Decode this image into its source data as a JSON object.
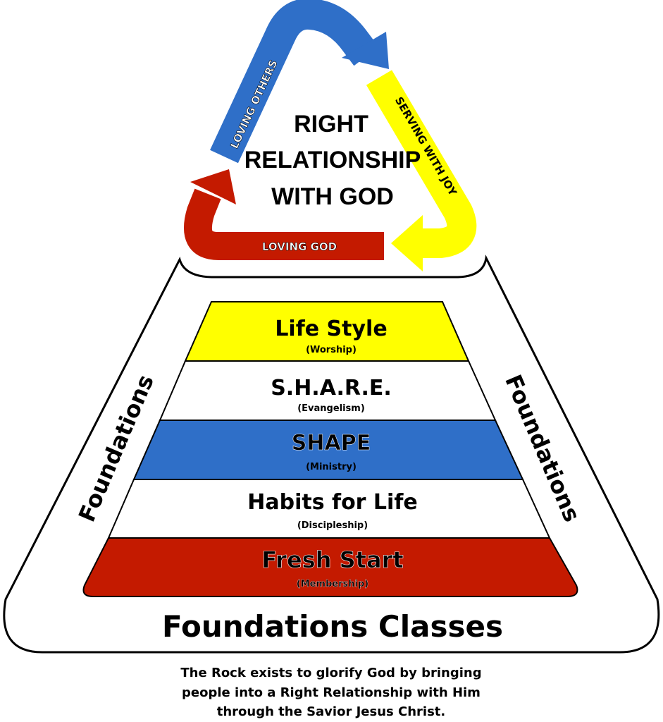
{
  "cycle": {
    "center_lines": [
      "RIGHT",
      "RELATIONSHIP",
      "WITH GOD"
    ],
    "arrows": [
      {
        "label": "LOVING OTHERS",
        "color": "#2f6fc8"
      },
      {
        "label": "SERVING WITH JOY",
        "color": "#ffff00"
      },
      {
        "label": "LOVING GOD",
        "color": "#c41a00"
      }
    ]
  },
  "side_labels": {
    "left": "Foundations",
    "right": "Foundations"
  },
  "pyramid": [
    {
      "title": "Life Style",
      "subtitle": "(Worship)",
      "color": "#ffff00"
    },
    {
      "title": "S.H.A.R.E.",
      "subtitle": "(Evangelism)",
      "color": "#ffffff"
    },
    {
      "title": "SHAPE",
      "subtitle": "(Ministry)",
      "color": "#2f6fc8"
    },
    {
      "title": "Habits for Life",
      "subtitle": "(Discipleship)",
      "color": "#ffffff"
    },
    {
      "title": "Fresh Start",
      "subtitle": "(Membership)",
      "color": "#c41a00"
    }
  ],
  "footer_title": "Foundations Classes",
  "mission": [
    "The Rock exists to glorify God by bringing",
    "people into a Right Relationship with Him",
    "through the Savior Jesus Christ."
  ]
}
